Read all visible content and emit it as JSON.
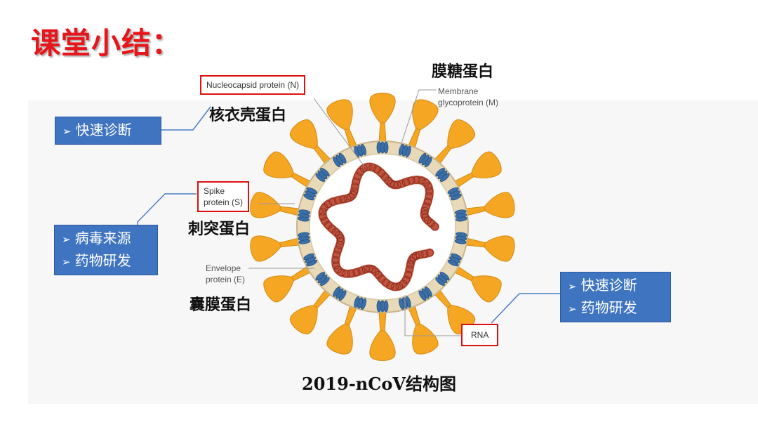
{
  "title": "课堂小结：",
  "caption": "2019-nCoV结构图",
  "labels": {
    "nucleocapsid": {
      "en": "Nucleocapsid protein (N)",
      "zh": "核衣壳蛋白"
    },
    "membrane": {
      "en_line1": "Membrane",
      "en_line2": "glycoprotein (M)",
      "zh": "膜糖蛋白"
    },
    "spike": {
      "en_line1": "Spike",
      "en_line2": "protein (S)",
      "zh": "刺突蛋白"
    },
    "envelope": {
      "en_line1": "Envelope",
      "en_line2": "protein (E)",
      "zh": "囊膜蛋白"
    },
    "rna": {
      "en": "RNA"
    }
  },
  "boxes": {
    "box1": {
      "items": [
        "快速诊断"
      ]
    },
    "box2": {
      "items": [
        "病毒来源",
        "药物研发"
      ]
    },
    "box3": {
      "items": [
        "快速诊断",
        "药物研发"
      ]
    }
  },
  "bullet_glyph": "➢",
  "colors": {
    "title": "#e8161b",
    "box_fill": "#3f74c1",
    "highlight_border": "#e01010",
    "spike": "#f5a623",
    "envelope": "#e8d9b8",
    "rna": "#c2553f",
    "protein_m": "#3b6fa8"
  }
}
